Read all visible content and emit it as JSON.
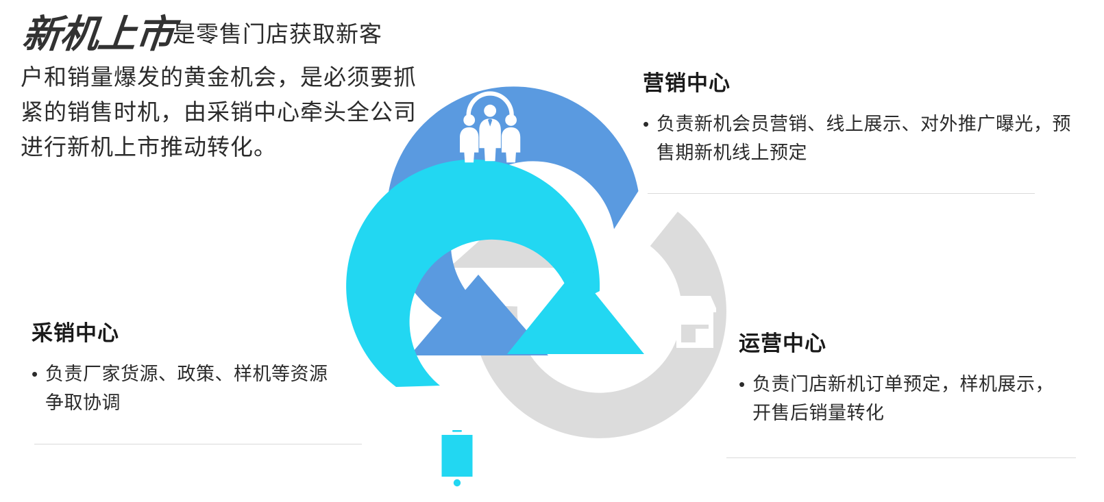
{
  "intro": {
    "headline": "新机上市",
    "headline_tail": "是零售门店获取新客",
    "body_lines": [
      "户和销量爆发的黄金机会，是必须要抓",
      "紧的销售时机，由采销中心牵头全公司",
      "进行新机上市推动转化。"
    ]
  },
  "sections": {
    "marketing": {
      "title": "营销中心",
      "bullet_marker": "•",
      "bullet_lines": [
        "负责新机会员营销、线上展示、对外推广曝光，预",
        "售期新机线上预定"
      ]
    },
    "purchasing": {
      "title": "采销中心",
      "bullet_marker": "•",
      "bullet_lines": [
        "负责厂家货源、政策、样机等资源",
        "争取协调"
      ]
    },
    "operations": {
      "title": "运营中心",
      "bullet_marker": "•",
      "bullet_lines": [
        "负责门店新机订单预定，样机展示，",
        "开售后销量转化"
      ]
    }
  },
  "diagram": {
    "type": "three-arrow-cycle",
    "arcs": [
      {
        "id": "marketing",
        "label": "营销中心",
        "color": "#5a9ae0",
        "icon": "people-group-icon",
        "position": "top-left"
      },
      {
        "id": "operations",
        "label": "运营中心",
        "color": "#dcdcdc",
        "icon": "storefront-icon",
        "position": "right"
      },
      {
        "id": "purchasing",
        "label": "采销中心",
        "color": "#22d7f2",
        "icon": "smartphone-icon",
        "position": "bottom-left"
      }
    ]
  },
  "colors": {
    "blue": "#5a9ae0",
    "cyan": "#22d7f2",
    "gray": "#dcdcdc",
    "text": "#2b2b2b",
    "heading": "#1a1a1a",
    "divider": "#dadada",
    "background": "#ffffff"
  }
}
